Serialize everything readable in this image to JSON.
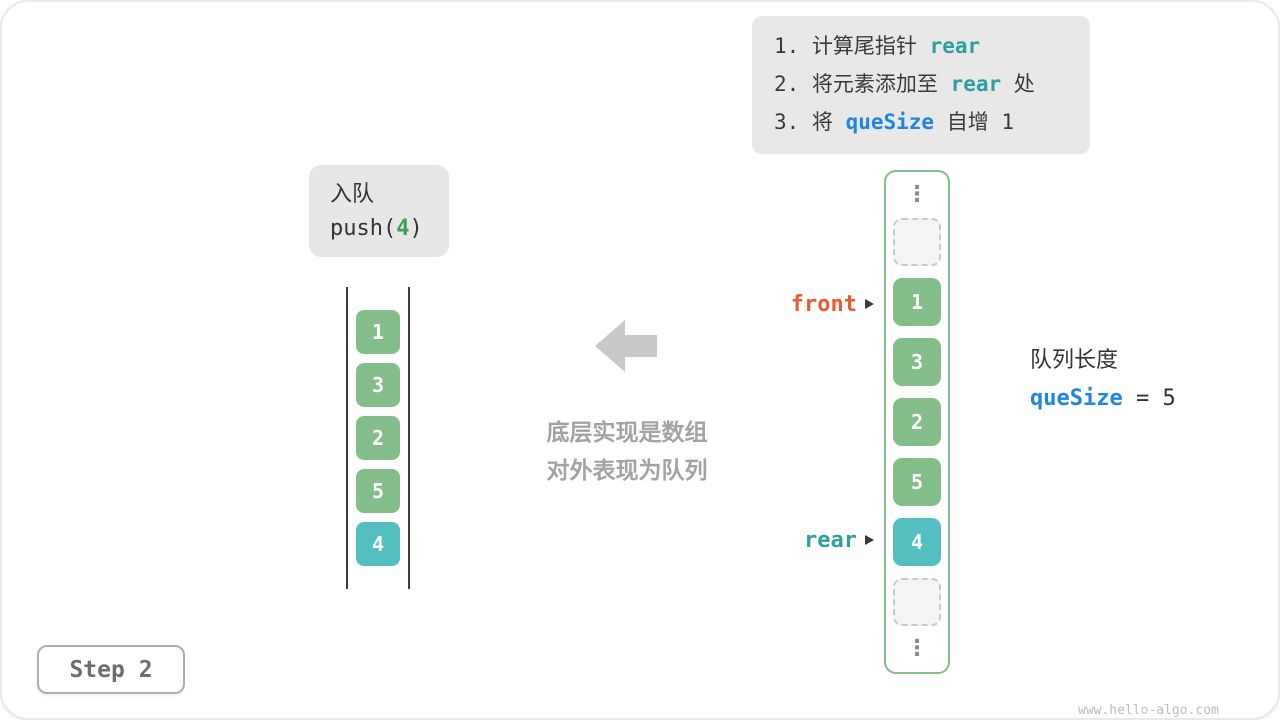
{
  "colors": {
    "cell_green": "#84be8a",
    "cell_teal": "#54bfc0",
    "front_orange": "#ea5b2d",
    "rear_teal": "#2e9f9f",
    "quesize_blue": "#1f86e0",
    "panel_gray": "#e8e8e8",
    "muted_gray_text": "#a3a3a3"
  },
  "instructions": {
    "line1": {
      "pre": "1. 计算尾指针 ",
      "code": "rear"
    },
    "line2": {
      "pre": "2. 将元素添加至 ",
      "code": "rear",
      "post": " 处"
    },
    "line3": {
      "pre": "3. 将 ",
      "code": "queSize",
      "post": " 自增 1"
    }
  },
  "operation": {
    "title": "入队",
    "code_pre": "push(",
    "code_arg": "4",
    "code_post": ")"
  },
  "left_array": {
    "values": [
      "1",
      "3",
      "2",
      "5",
      "4"
    ]
  },
  "right_array": {
    "ellipsis": "⋮",
    "values": [
      "1",
      "3",
      "2",
      "5",
      "4"
    ]
  },
  "pointers": {
    "front": "front",
    "rear": "rear"
  },
  "center": {
    "line1": "底层实现是数组",
    "line2": "对外表现为队列"
  },
  "queue_info": {
    "label": "队列长度",
    "var": "queSize",
    "rest": " = 5"
  },
  "step": {
    "label": "Step 2"
  },
  "watermark": "www.hello-algo.com"
}
